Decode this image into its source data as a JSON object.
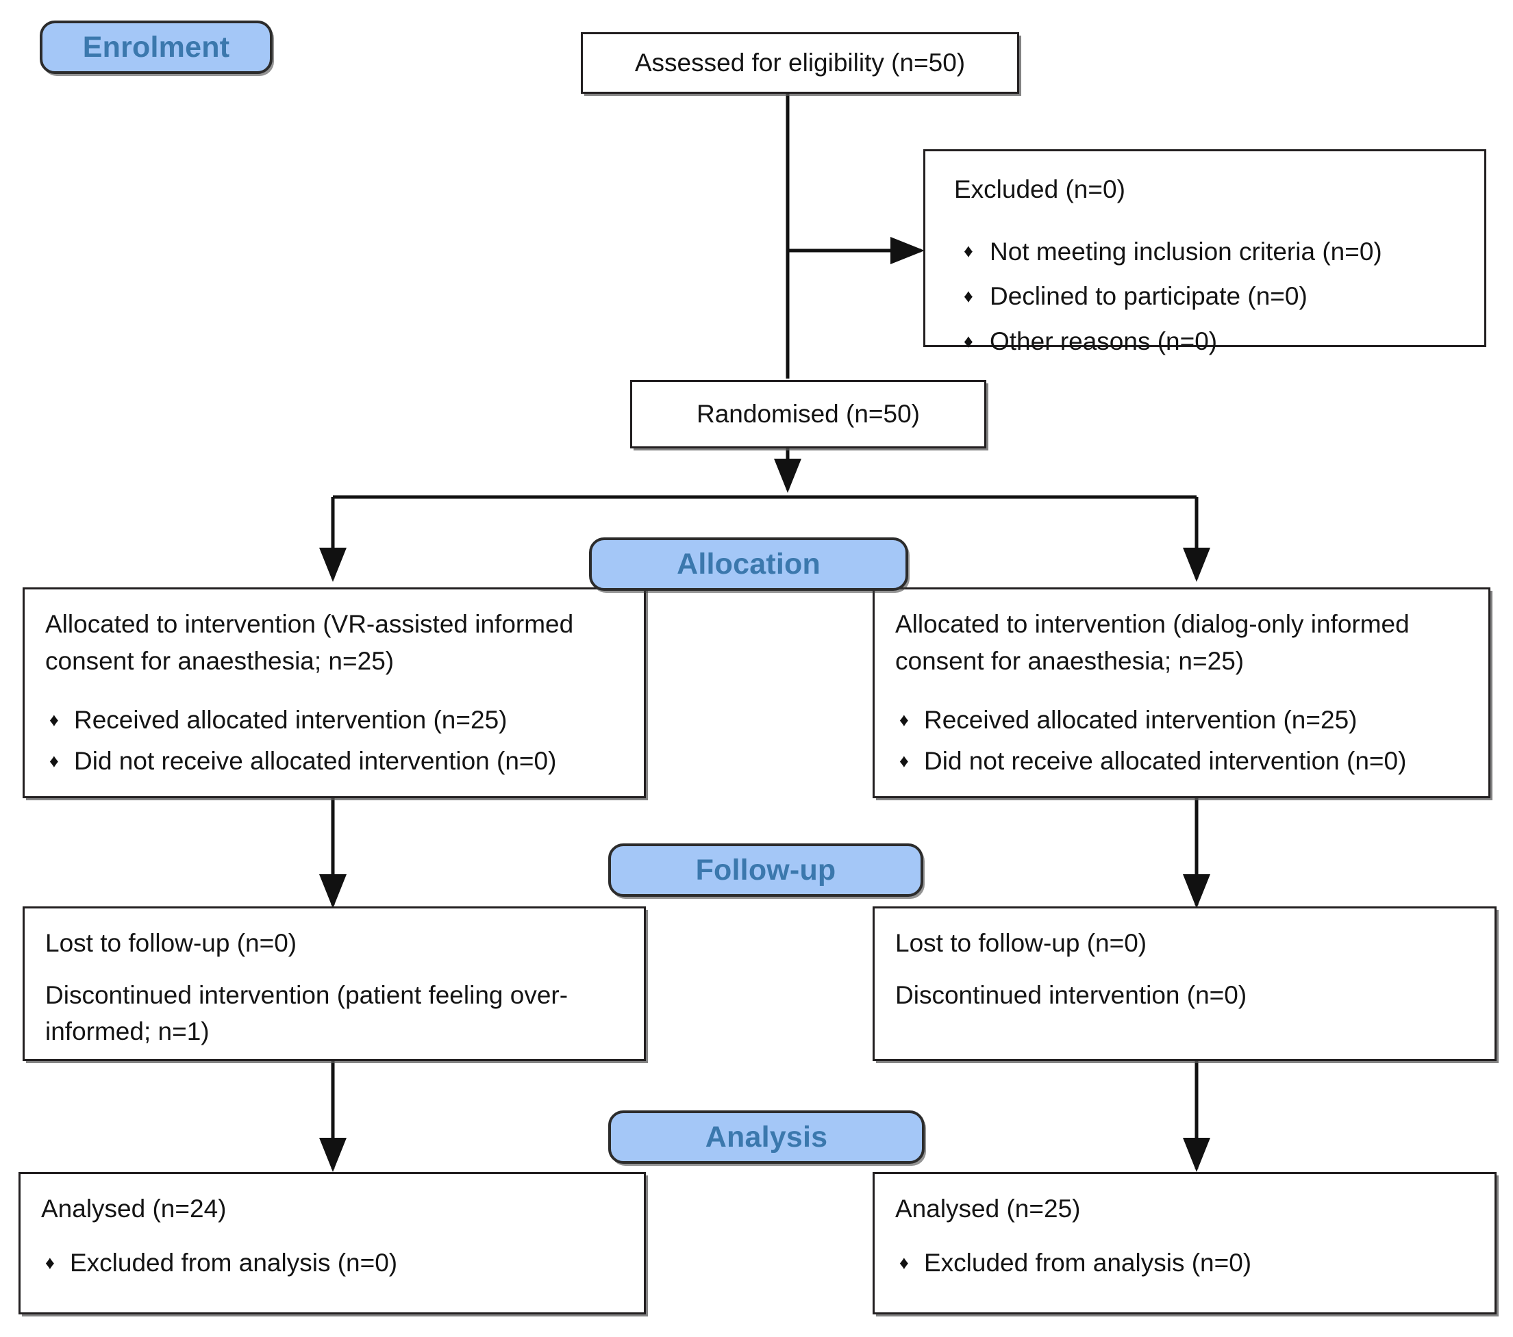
{
  "figure": {
    "type": "consort-flow-diagram",
    "stage_banner_fill": "#a4c7f7",
    "stage_banner_text_color": "#3b78ad",
    "box_border_color": "#221f20",
    "background": "#ffffff"
  },
  "stages": {
    "enrolment": "Enrolment",
    "allocation": "Allocation",
    "followup": "Follow-up",
    "analysis": "Analysis"
  },
  "enrolment": {
    "assessed": "Assessed for eligibility (n=50)",
    "excluded_title": "Excluded (n=0)",
    "excluded_reasons": [
      "Not meeting inclusion criteria (n=0)",
      "Declined to participate (n=0)",
      "Other reasons (n=0)"
    ],
    "randomised": "Randomised (n=50)"
  },
  "allocation": {
    "left": {
      "title": "Allocated to intervention (VR-assisted informed consent for anaesthesia; n=25)",
      "items": [
        "Received allocated intervention (n=25)",
        "Did not receive allocated intervention (n=0)"
      ]
    },
    "right": {
      "title": "Allocated to intervention (dialog-only informed consent for anaesthesia; n=25)",
      "items": [
        "Received allocated intervention (n=25)",
        "Did not receive allocated intervention (n=0)"
      ]
    }
  },
  "followup": {
    "left": {
      "lost": "Lost to follow-up (n=0)",
      "discontinued": "Discontinued intervention (patient feeling over-informed; n=1)"
    },
    "right": {
      "lost": "Lost to follow-up (n=0)",
      "discontinued": "Discontinued intervention (n=0)"
    }
  },
  "analysis": {
    "left": {
      "analysed": "Analysed (n=24)",
      "items": [
        "Excluded from analysis (n=0)"
      ]
    },
    "right": {
      "analysed": "Analysed (n=25)",
      "items": [
        "Excluded from analysis (n=0)"
      ]
    }
  },
  "icons": {
    "bullet": "♦"
  }
}
